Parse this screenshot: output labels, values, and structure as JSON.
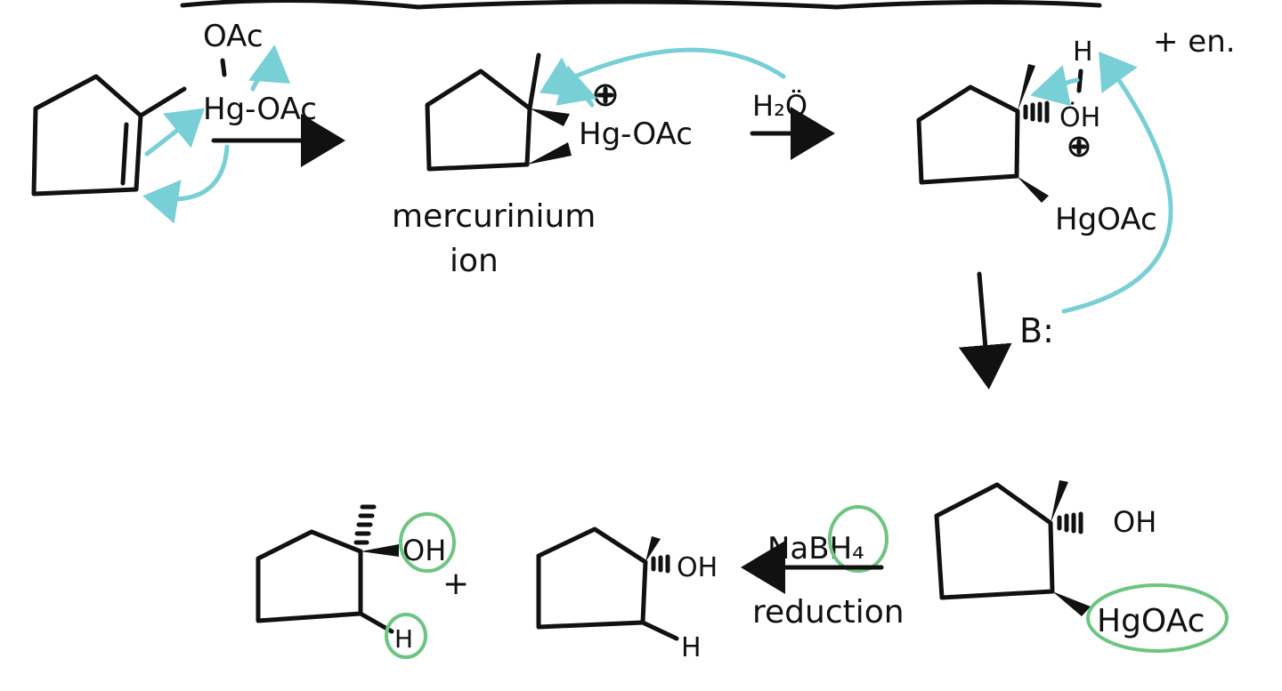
{
  "labels": {
    "oac_top": "OAc",
    "hg_oac_1": "Hg-OAc",
    "hg_oac_2": "Hg-OAc",
    "mercurinium_1": "mercurinium",
    "mercurinium_2": "ion",
    "h2o_arrow": "H₂Ö",
    "h_top": "H",
    "oh_top": "ÖH",
    "plus_en": "+ en.",
    "hgoac_mid": "HgOAc",
    "base": "B:",
    "oh_right": "OH",
    "hgoac_right": "HgOAc",
    "nabh4": "NaBH₄",
    "reduction": "reduction",
    "oh_mid": "OH",
    "h_mid": "H",
    "oh_left": "OH",
    "h_left": "H",
    "plus": "+"
  },
  "colors": {
    "ink": "#111111",
    "electron_arrow": "#79cfd6",
    "highlight_circle": "#6dc581"
  }
}
